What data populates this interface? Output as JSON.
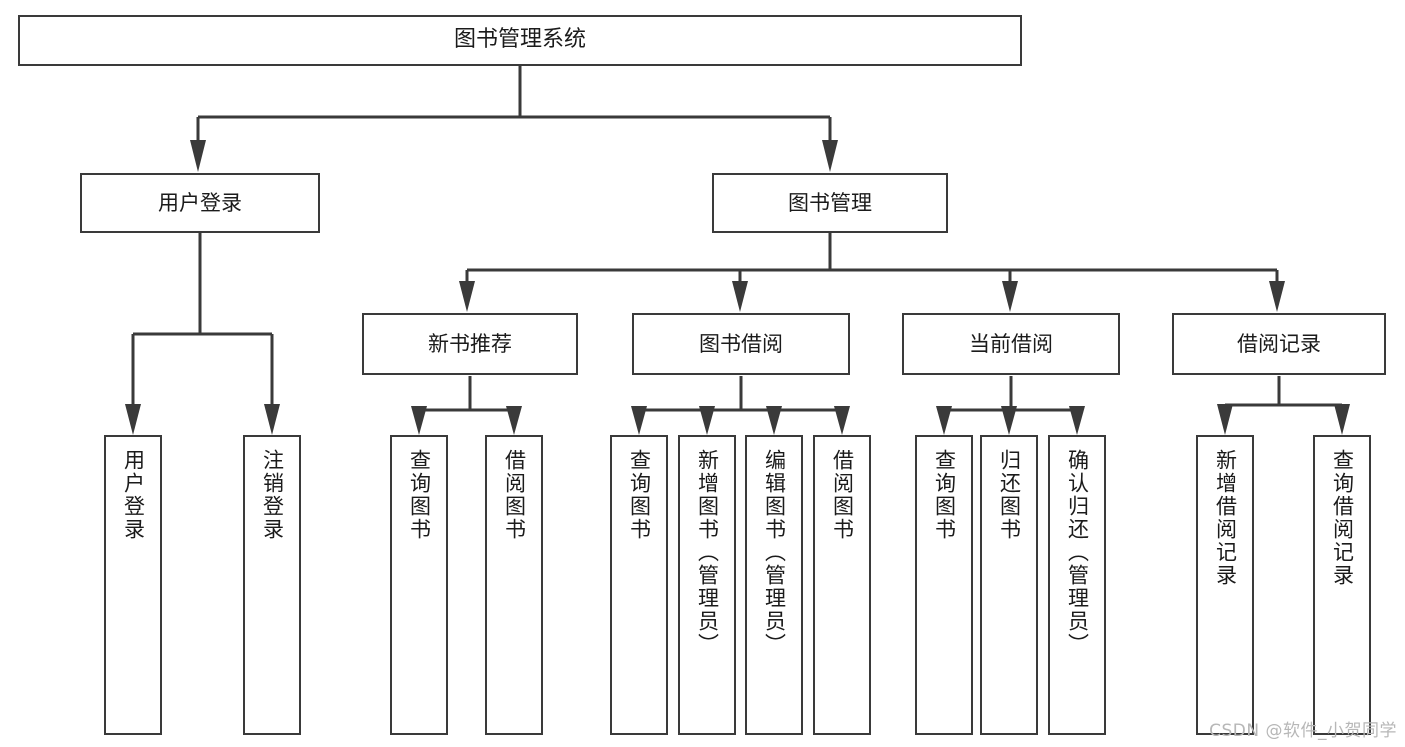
{
  "diagram": {
    "title": "图书管理系统",
    "watermark": "CSDN @软件_小贺同学",
    "colors": {
      "box_border": "#3a3a3a",
      "connector": "#3a3a3a",
      "background": "#ffffff",
      "text": "#1b1b1b",
      "watermark": "#b7b7b7"
    },
    "levels": {
      "root": "图书管理系统",
      "level2": [
        "用户登录",
        "图书管理"
      ],
      "level3": [
        "新书推荐",
        "图书借阅",
        "当前借阅",
        "借阅记录"
      ]
    },
    "nodes": {
      "root": {
        "label": "图书管理系统"
      },
      "user_login": {
        "label": "用户登录"
      },
      "book_manage": {
        "label": "图书管理"
      },
      "new_book_rec": {
        "label": "新书推荐"
      },
      "book_borrow": {
        "label": "图书借阅"
      },
      "current_borrow": {
        "label": "当前借阅"
      },
      "borrow_record": {
        "label": "借阅记录"
      },
      "leaf_user_login": {
        "label": "用户登录"
      },
      "leaf_logout": {
        "label": "注销登录"
      },
      "leaf_query_book_1": {
        "label": "查询图书"
      },
      "leaf_borrow_book_1": {
        "label": "借阅图书"
      },
      "leaf_query_book_2": {
        "label": "查询图书"
      },
      "leaf_add_book": {
        "label": "新增图书（管理员）"
      },
      "leaf_edit_book": {
        "label": "编辑图书（管理员）"
      },
      "leaf_borrow_book_2": {
        "label": "借阅图书"
      },
      "leaf_query_book_3": {
        "label": "查询图书"
      },
      "leaf_return_book": {
        "label": "归还图书"
      },
      "leaf_confirm_return": {
        "label": "确认归还（管理员）"
      },
      "leaf_add_record": {
        "label": "新增借阅记录"
      },
      "leaf_query_record": {
        "label": "查询借阅记录"
      }
    },
    "tree": {
      "图书管理系统": {
        "用户登录": [
          "用户登录",
          "注销登录"
        ],
        "图书管理": {
          "新书推荐": [
            "查询图书",
            "借阅图书"
          ],
          "图书借阅": [
            "查询图书",
            "新增图书（管理员）",
            "编辑图书（管理员）",
            "借阅图书"
          ],
          "当前借阅": [
            "查询图书",
            "归还图书",
            "确认归还（管理员）"
          ],
          "借阅记录": [
            "新增借阅记录",
            "查询借阅记录"
          ]
        }
      }
    }
  }
}
